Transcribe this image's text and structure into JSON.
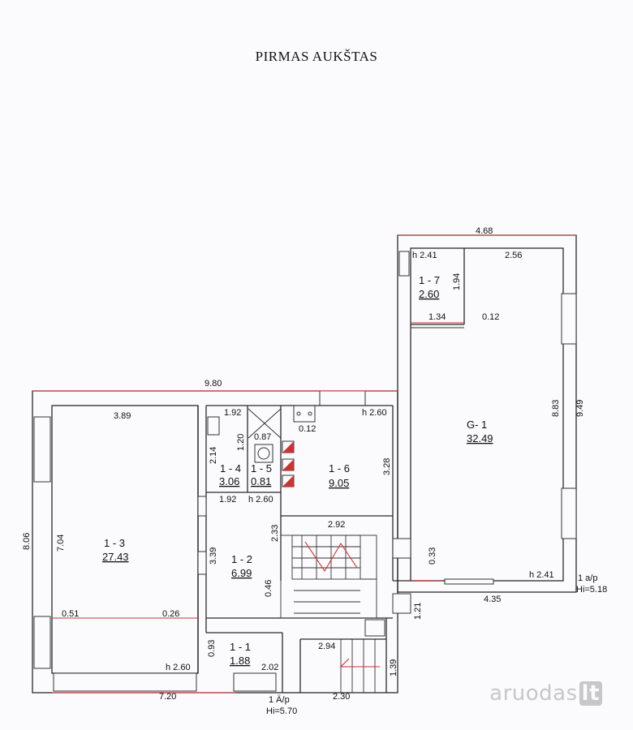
{
  "title": "PIRMAS AUKŠTAS",
  "rooms": [
    {
      "id": "1 - 1",
      "area": "1.88"
    },
    {
      "id": "1 - 2",
      "area": "6.99"
    },
    {
      "id": "1 - 3",
      "area": "27.43"
    },
    {
      "id": "1 - 4",
      "area": "3.06"
    },
    {
      "id": "1 - 5",
      "area": "0.81"
    },
    {
      "id": "1 - 6",
      "area": "9.05"
    },
    {
      "id": "1 - 7",
      "area": "2.60"
    },
    {
      "id": "G- 1",
      "area": "32.49"
    }
  ],
  "dimensions": {
    "top_garage_width": "4.68",
    "room17_h": "h 2.41",
    "garage_inner_width": "2.56",
    "room17_side": "1.94",
    "room17_width": "1.34",
    "room17_offset": "0.12",
    "main_width": "9.80",
    "room13_width": "3.89",
    "room14_width": "1.92",
    "room15_width": "0.87",
    "kitchen_offset": "0.12",
    "room16_h": "h 2.60",
    "room14_depth": "2.14",
    "room15_depth": "1.20",
    "room14_bottom": "1.92",
    "room12_h": "h 2.60",
    "room16_depth": "3.28",
    "garage_depth_inner": "8.83",
    "garage_depth_outer": "9.49",
    "outer_depth": "8.06",
    "room13_depth": "7.04",
    "stair_width": "2.92",
    "room12_side": "2.33",
    "room12_depth": "3.39",
    "garage_step": "0.33",
    "garage_h": "h 2.41",
    "garage_bottom": "4.35",
    "wall_046": "0.46",
    "wall_121": "1.21",
    "room13_wall_left": "0.51",
    "room13_wall_right": "0.26",
    "room11_depth": "0.93",
    "entry_width": "2.94",
    "room11_width": "2.02",
    "entry_depth": "1.39",
    "room13_h": "h 2.60",
    "bottom_width": "7.20",
    "porch_width": "2.30"
  },
  "notes": {
    "floor_label": "1 Ä/p",
    "floor_height": "Hi=5.70",
    "garage_label": "1 a/p",
    "garage_height": "Hi=5.18"
  },
  "watermark": {
    "brand": "aruodas",
    "suffix": "lt"
  }
}
